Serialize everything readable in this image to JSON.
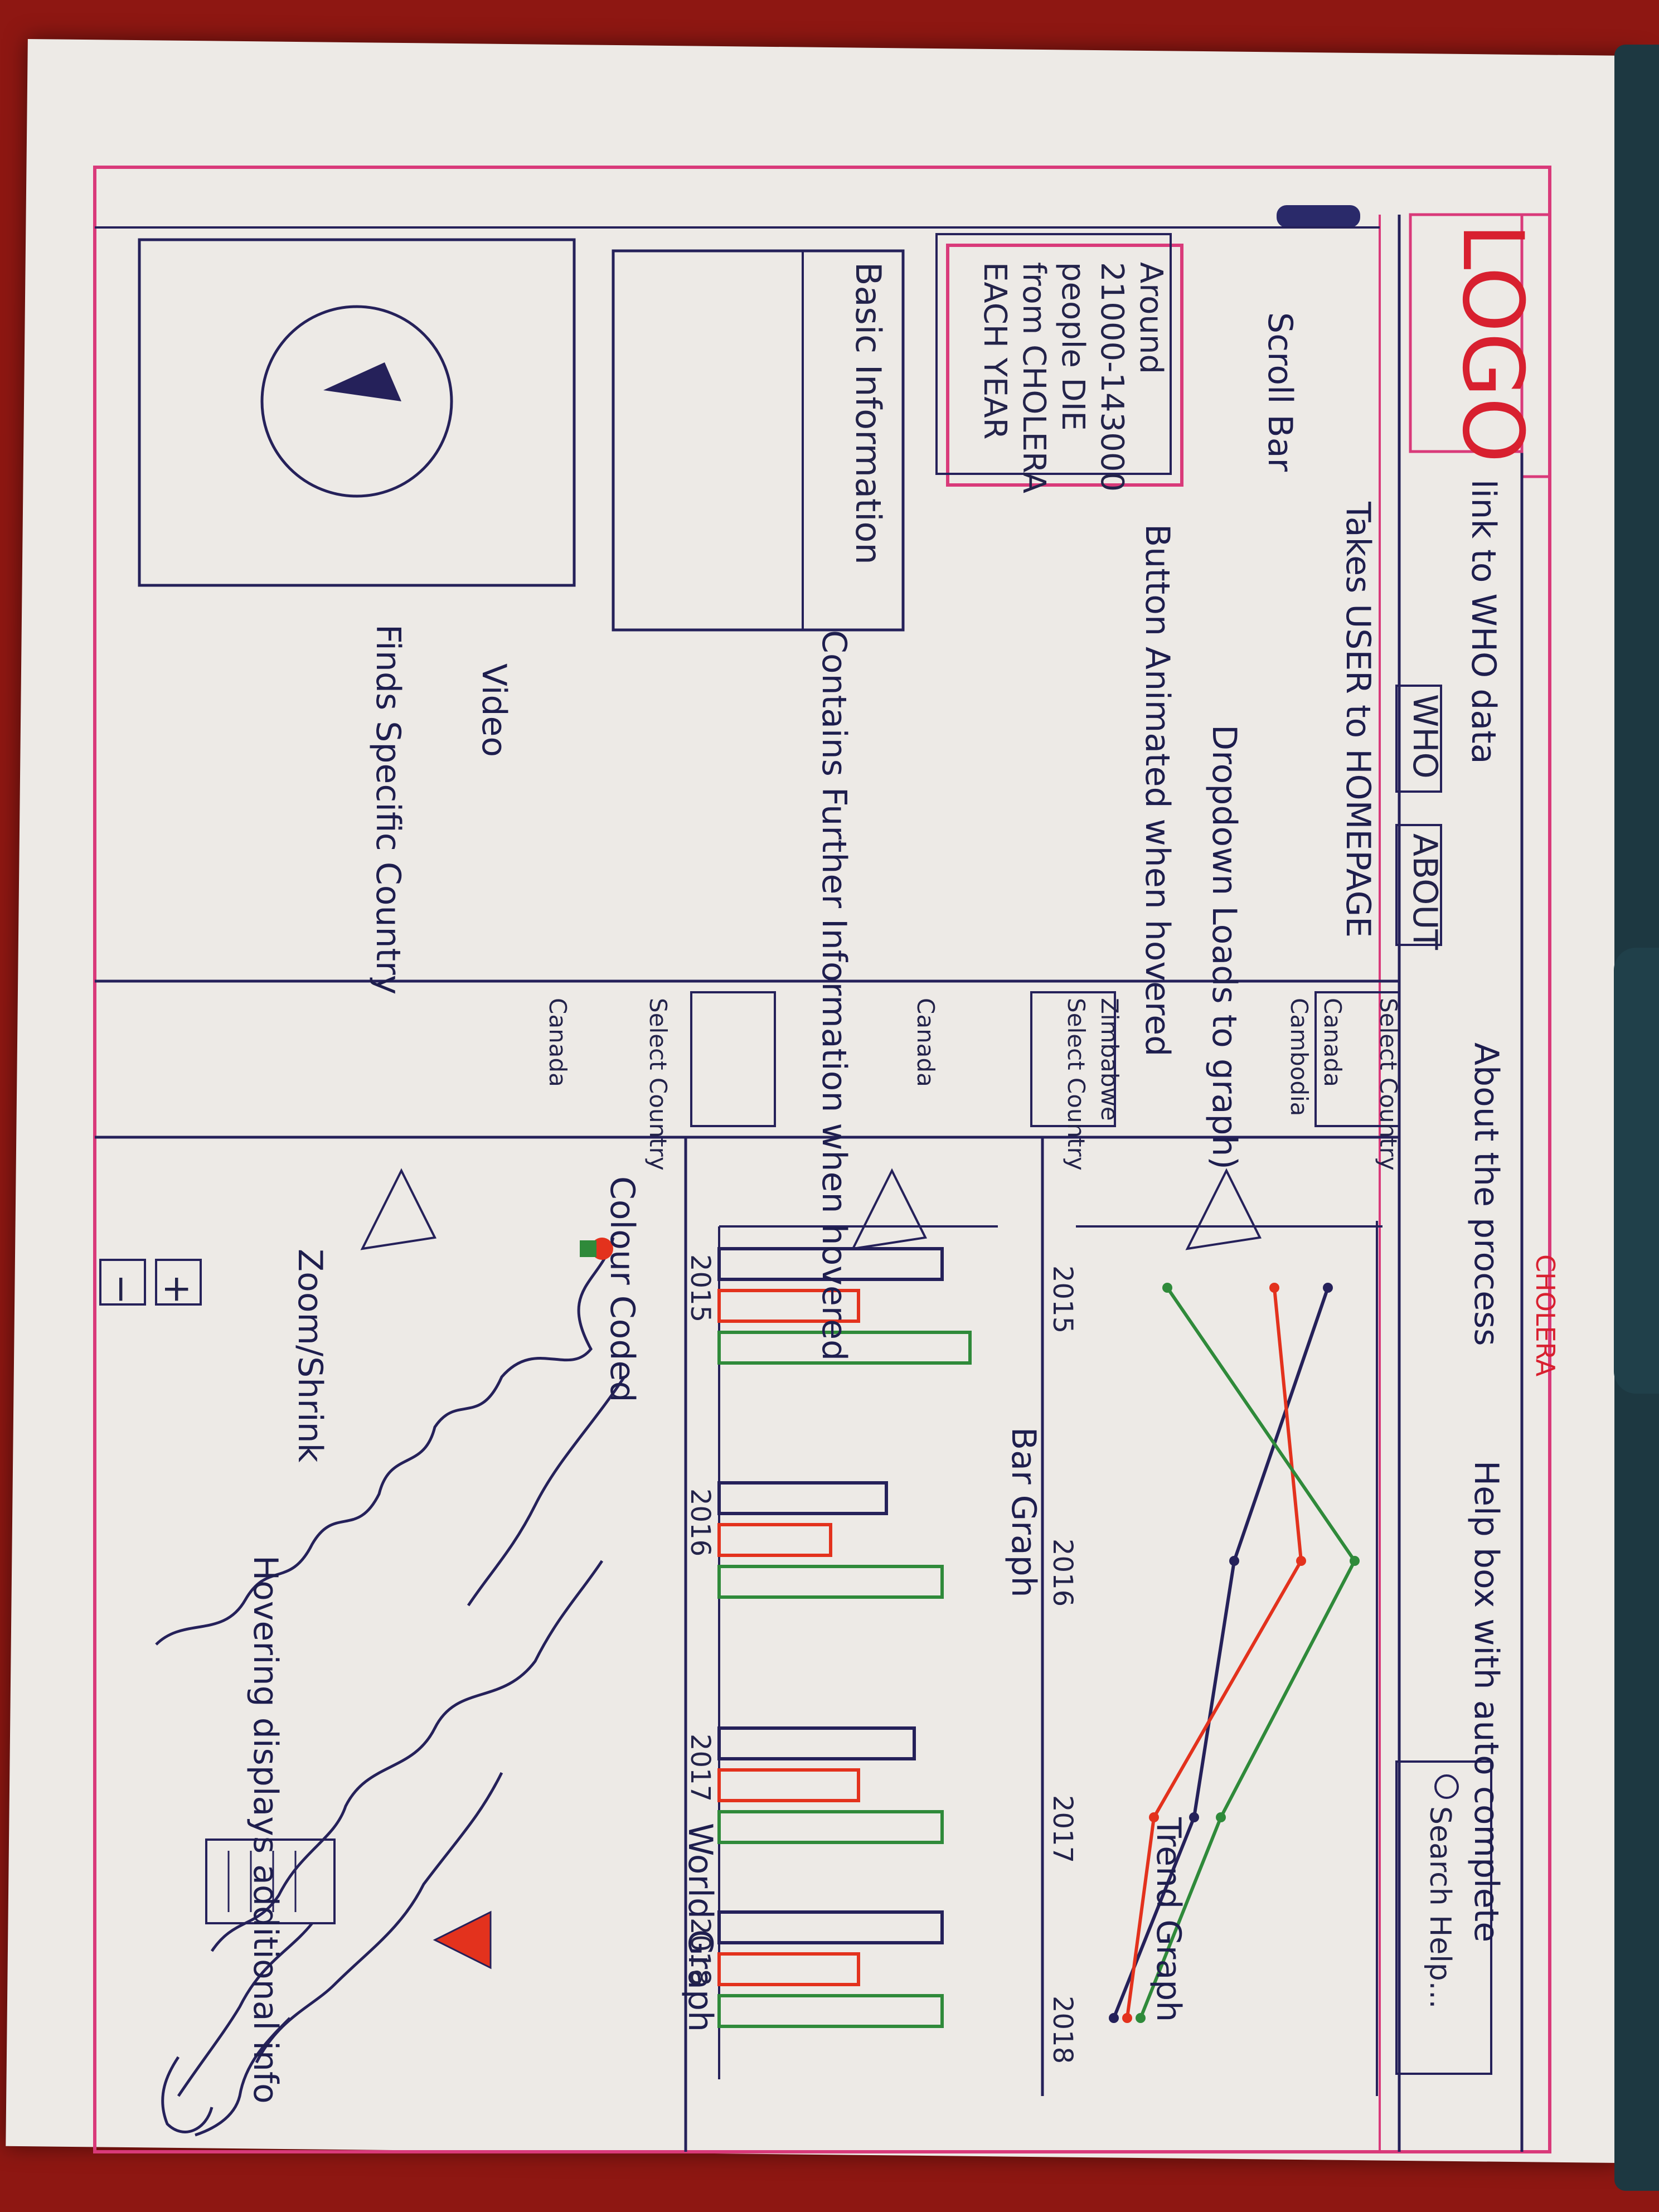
{
  "window": {
    "tab_title": "CHOLERA"
  },
  "header": {
    "logo": "LOGO",
    "nav": [
      "WHO",
      "ABOUT"
    ],
    "search_placeholder": "Search Help...",
    "scroll_bar_label": "Scroll Bar"
  },
  "annotations": {
    "who_link": "link to WHO data",
    "logo_homepage": "Takes USER to HOMEPAGE",
    "about": "About the process",
    "help_box": "Help box with auto complete",
    "button_animated": "Button Animated when hovered",
    "dropdown": "Dropdown Loads to graph)",
    "basic_info": "Contains Further Information when hovered",
    "video": "Video",
    "finds_country": "Finds Specific Country",
    "trend_graph": "Trend Graph",
    "bar_graph": "Bar Graph",
    "world_graph": "World Graph",
    "colour_coded": "Colour Coded",
    "zoom": "Zoom/Shrink",
    "hovering": "Hovering displays additional info"
  },
  "stat_box": [
    "Around",
    "21000-143000",
    "people DIE",
    "from CHOLERA",
    "EACH YEAR"
  ],
  "basic_information": {
    "title": "Basic Information"
  },
  "dropdowns": [
    {
      "label": "Select Country",
      "items": [
        "Canada",
        "Cambodia"
      ]
    },
    {
      "label": "Select Country",
      "items": [
        "Zimbabwe",
        "Canada"
      ]
    },
    {
      "label": "Select Country",
      "items": [
        "Canada"
      ]
    }
  ],
  "zoom_controls": {
    "plus": "+",
    "minus": "−"
  },
  "colors": {
    "navy": "#25215a",
    "red": "#e3321d",
    "green": "#2f8a3a",
    "pink": "#d93a7a"
  },
  "chart_data": [
    {
      "type": "line",
      "title": "Trend Graph",
      "x": [
        "2015",
        "2016",
        "2017",
        "2018"
      ],
      "series": [
        {
          "color": "#25215a",
          "values": [
            9,
            5.5,
            4,
            1
          ]
        },
        {
          "color": "#e3321d",
          "values": [
            7,
            8,
            2.5,
            1.5
          ]
        },
        {
          "color": "#2f8a3a",
          "values": [
            3,
            10,
            5,
            2
          ]
        }
      ]
    },
    {
      "type": "bar",
      "title": "Bar Graph",
      "categories": [
        "2015",
        "2016",
        "2017",
        "2018"
      ],
      "series": [
        {
          "color": "#25215a",
          "values": [
            8,
            6,
            7,
            8
          ]
        },
        {
          "color": "#e3321d",
          "values": [
            5,
            4,
            5,
            5
          ]
        },
        {
          "color": "#2f8a3a",
          "values": [
            9,
            8,
            8,
            8
          ]
        }
      ]
    }
  ]
}
